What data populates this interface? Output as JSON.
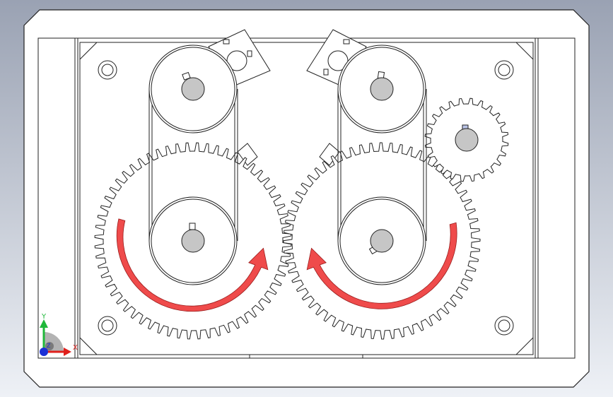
{
  "viewport": {
    "background_top": "#9aa2b3",
    "background_bottom": "#eef1f6"
  },
  "colors": {
    "line": "#222222",
    "plate_fill": "#ffffff",
    "shaft_fill": "#c6c6c6",
    "arrow_fill": "#ef4b4b",
    "arrow_stroke": "#9a1d1d",
    "key_highlight": "#b9c3e6"
  },
  "parts": {
    "gears": [
      {
        "id": "large-gear-left",
        "teeth": 60
      },
      {
        "id": "large-gear-right",
        "teeth": 60
      },
      {
        "id": "small-gear",
        "teeth": 24
      }
    ],
    "pulleys": [
      "pulley-left-top",
      "pulley-left-bottom",
      "pulley-right-top",
      "pulley-right-bottom"
    ],
    "rotation_arrows": [
      {
        "id": "rotation-arrow-left",
        "direction": "counterclockwise"
      },
      {
        "id": "rotation-arrow-right",
        "direction": "clockwise"
      }
    ]
  },
  "triad": {
    "y_label": "Y",
    "x_label": "X",
    "z_label": "Z",
    "y_color": "#1fb83a",
    "x_color": "#e0201c",
    "z_color": "#1b2fd6",
    "disk_color": "#9a9a9a"
  }
}
